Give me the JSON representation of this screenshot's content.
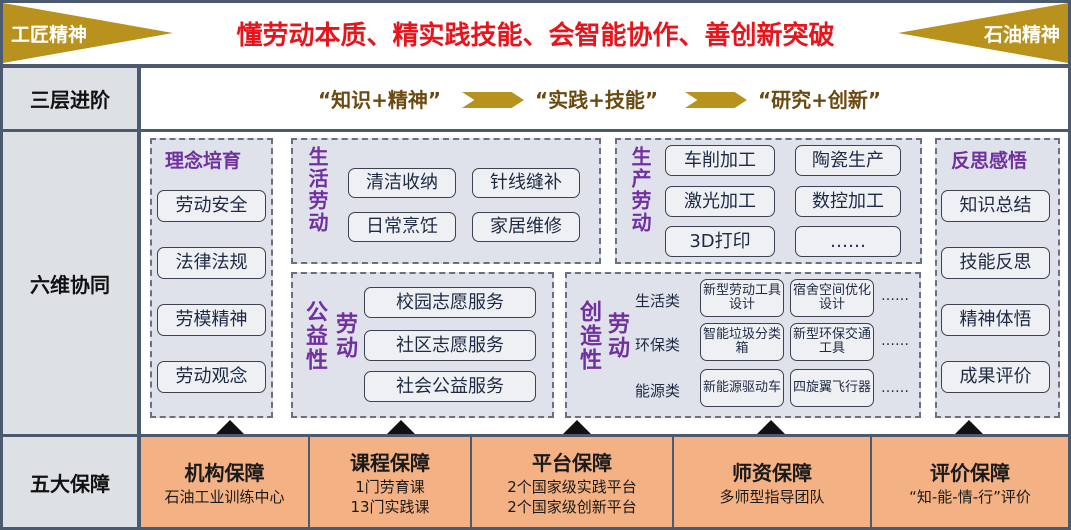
{
  "header": {
    "left_flag": "工匠精神",
    "right_flag": "石油精神",
    "motto": "懂劳动本质、精实践技能、会智能协作、善创新突破"
  },
  "rows": {
    "three": "三层进阶",
    "six": "六维协同",
    "five": "五大保障"
  },
  "stages": [
    "“知识+精神”",
    "“实践+技能”",
    "“研究+创新”"
  ],
  "concept": {
    "title": "理念培育",
    "items": [
      "劳动安全",
      "法律法规",
      "劳模精神",
      "劳动观念"
    ]
  },
  "life": {
    "title": "生活劳动",
    "items": [
      "清洁收纳",
      "针线缝补",
      "日常烹饪",
      "家居维修"
    ]
  },
  "production": {
    "title": "生产劳动",
    "items": [
      "车削加工",
      "陶瓷生产",
      "激光加工",
      "数控加工",
      "3D打印",
      "……"
    ]
  },
  "public": {
    "title_a": "公益性",
    "title_b": "劳动",
    "items": [
      "校园志愿服务",
      "社区志愿服务",
      "社会公益服务"
    ]
  },
  "creative": {
    "title_a": "创造性",
    "title_b": "劳动",
    "dots": "……",
    "categories": [
      {
        "name": "生活类",
        "items": [
          "新型劳动工具设计",
          "宿舍空间优化设计"
        ]
      },
      {
        "name": "环保类",
        "items": [
          "智能垃圾分类箱",
          "新型环保交通工具"
        ]
      },
      {
        "name": "能源类",
        "items": [
          "新能源驱动车",
          "四旋翼飞行器"
        ]
      }
    ]
  },
  "reflection": {
    "title": "反思感悟",
    "items": [
      "知识总结",
      "技能反思",
      "精神体悟",
      "成果评价"
    ]
  },
  "guarantees": [
    {
      "title": "机构保障",
      "lines": [
        "石油工业训练中心"
      ]
    },
    {
      "title": "课程保障",
      "lines": [
        "1门劳育课",
        "13门实践课"
      ]
    },
    {
      "title": "平台保障",
      "lines": [
        "2个国家级实践平台",
        "2个国家级创新平台"
      ]
    },
    {
      "title": "师资保障",
      "lines": [
        "多师型指导团队"
      ]
    },
    {
      "title": "评价保障",
      "lines": [
        "“知-能-情-行”评价"
      ]
    }
  ]
}
